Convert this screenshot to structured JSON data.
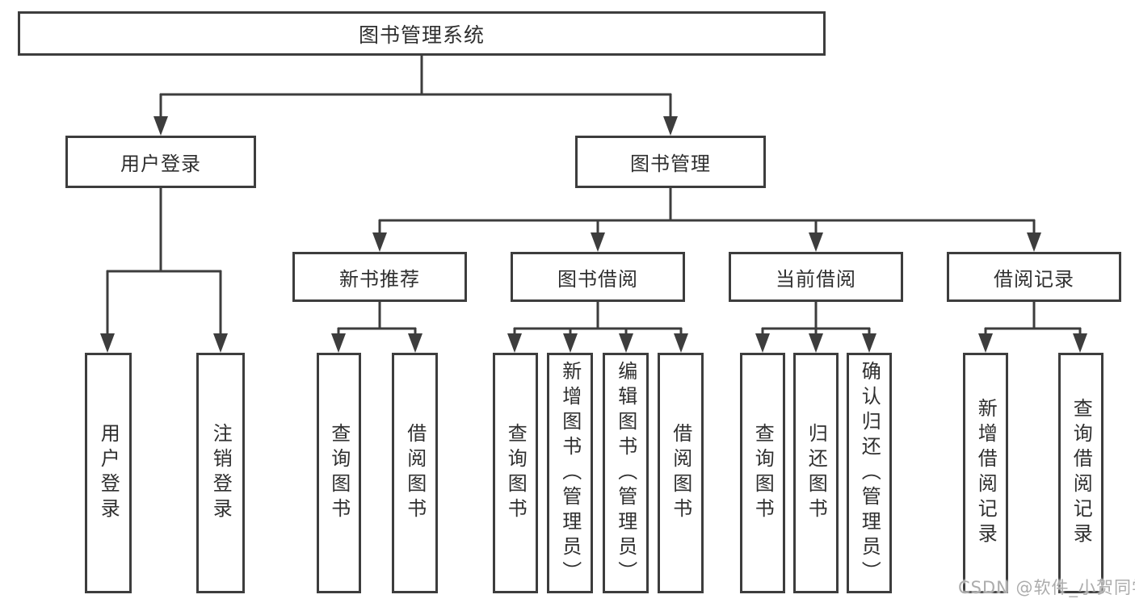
{
  "diagram": {
    "type": "hierarchy-tree",
    "background": "#ffffff",
    "line_color": "#3d3d3d",
    "text_color": "#2f2f2f",
    "watermark_color": "#a8a8a8",
    "watermark": "CSDN @软件_小贺同学"
  },
  "nodes": {
    "root": "图书管理系统",
    "user_login_module": "用户登录",
    "book_management_module": "图书管理",
    "new_book_recommend": "新书推荐",
    "book_borrowing": "图书借阅",
    "current_borrowing": "当前借阅",
    "borrowing_records": "借阅记录",
    "user_login_leaf": "用户登录",
    "logout_leaf": "注销登录",
    "nbr_query_books": "查询图书",
    "nbr_borrow_books": "借阅图书",
    "bb_query_books": "查询图书",
    "bb_add_books": "新增图书（管理员）",
    "bb_edit_books": "编辑图书（管理员）",
    "bb_borrow_books": "借阅图书",
    "cb_query_books": "查询图书",
    "cb_return_books": "归还图书",
    "cb_confirm_return": "确认归还（管理员）",
    "br_add_record": "新增借阅记录",
    "br_query_record": "查询借阅记录"
  },
  "hierarchy": {
    "图书管理系统": {
      "用户登录": [
        "用户登录",
        "注销登录"
      ],
      "图书管理": {
        "新书推荐": [
          "查询图书",
          "借阅图书"
        ],
        "图书借阅": [
          "查询图书",
          "新增图书（管理员）",
          "编辑图书（管理员）",
          "借阅图书"
        ],
        "当前借阅": [
          "查询图书",
          "归还图书",
          "确认归还（管理员）"
        ],
        "借阅记录": [
          "新增借阅记录",
          "查询借阅记录"
        ]
      }
    }
  }
}
